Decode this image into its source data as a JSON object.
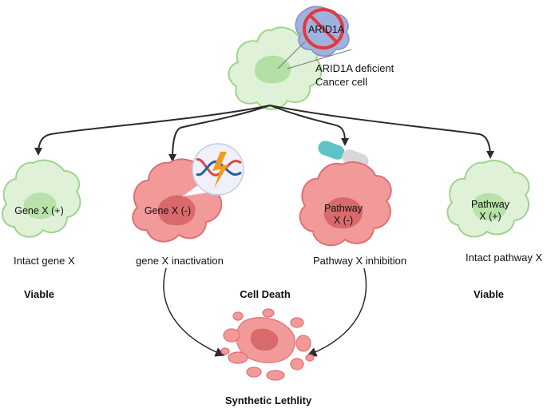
{
  "top": {
    "protein_label": "ARID1A",
    "cell_caption_line1": "ARID1A deficient",
    "cell_caption_line2": "Cancer cell"
  },
  "cells": [
    {
      "inner_text": "Gene X (+)",
      "caption": "Intact gene X"
    },
    {
      "inner_text": "Gene X (-)",
      "caption": "gene X inactivation"
    },
    {
      "inner_text_line1": "Pathway",
      "inner_text_line2": "X (-)",
      "caption": "Pathway X inhibition"
    },
    {
      "inner_text_line1": "Pathway",
      "inner_text_line2": "X (+)",
      "caption": "Intact pathway X"
    }
  ],
  "outcomes": {
    "left": "Viable",
    "middle": "Cell Death",
    "right": "Viable"
  },
  "bottom": {
    "label": "Synthetic Lethlity"
  },
  "colors": {
    "green_cell": "#dff2d8",
    "green_cell_border": "#9fd38e",
    "red_cell": "#f29a9a",
    "red_cell_border": "#e06f72",
    "arrow": "#2b2b2b"
  }
}
